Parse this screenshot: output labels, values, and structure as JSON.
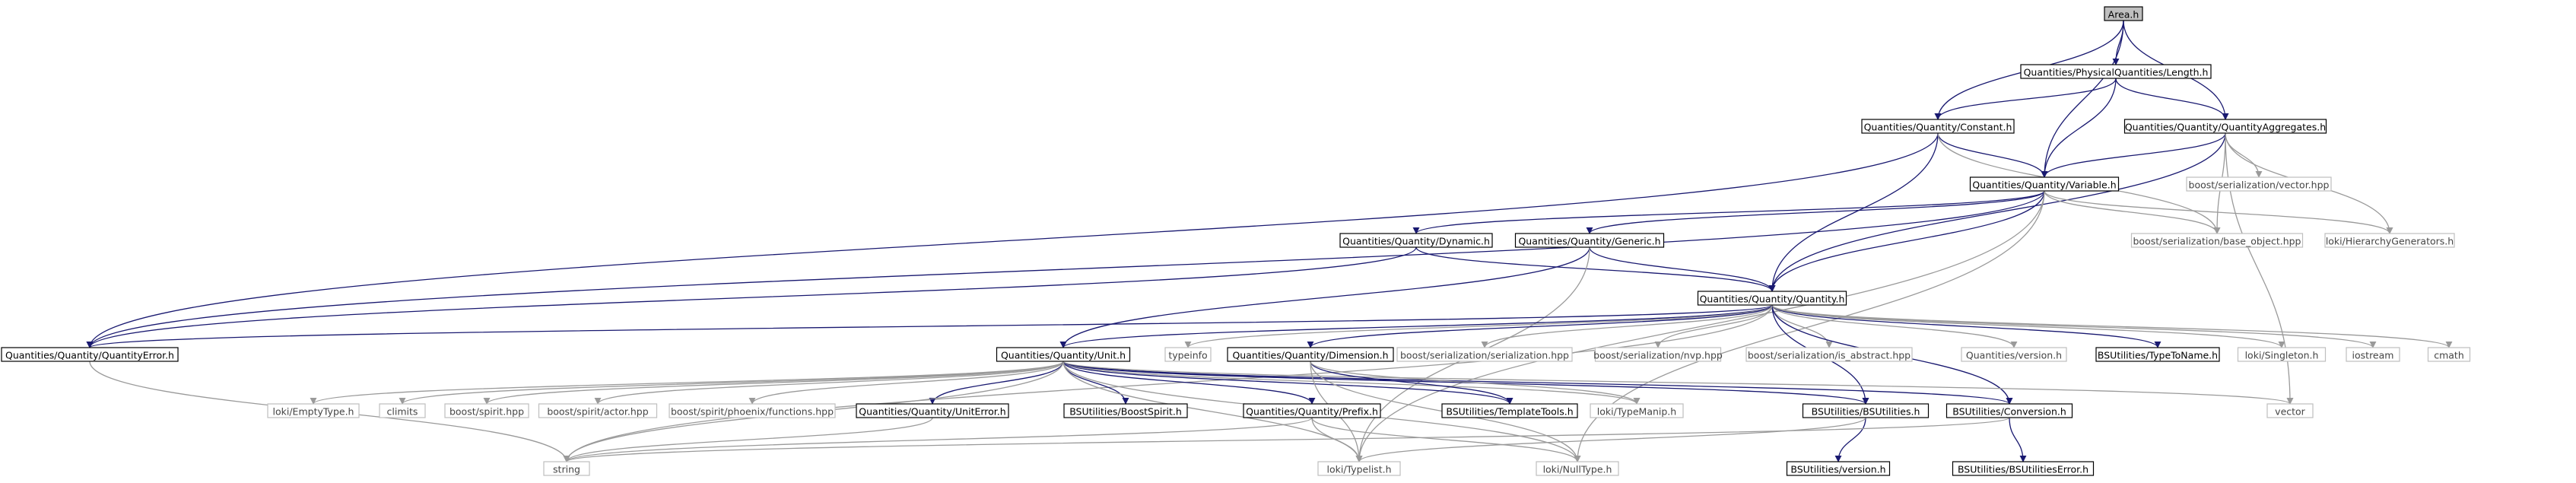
{
  "graph": {
    "nodes": [
      {
        "id": "area",
        "label": "Area.h",
        "kind": "root"
      },
      {
        "id": "length",
        "label": "Quantities/PhysicalQuantities/Length.h",
        "kind": "internal"
      },
      {
        "id": "constant",
        "label": "Quantities/Quantity/Constant.h",
        "kind": "internal"
      },
      {
        "id": "aggregates",
        "label": "Quantities/Quantity/QuantityAggregates.h",
        "kind": "internal"
      },
      {
        "id": "variable",
        "label": "Quantities/Quantity/Variable.h",
        "kind": "internal"
      },
      {
        "id": "boost_vector",
        "label": "boost/serialization/vector.hpp",
        "kind": "external"
      },
      {
        "id": "base_object",
        "label": "boost/serialization/base_object.hpp",
        "kind": "external"
      },
      {
        "id": "hierarchy",
        "label": "loki/HierarchyGenerators.h",
        "kind": "external"
      },
      {
        "id": "dynamic",
        "label": "Quantities/Quantity/Dynamic.h",
        "kind": "internal"
      },
      {
        "id": "generic",
        "label": "Quantities/Quantity/Generic.h",
        "kind": "internal"
      },
      {
        "id": "quantity",
        "label": "Quantities/Quantity/Quantity.h",
        "kind": "internal"
      },
      {
        "id": "qerror",
        "label": "Quantities/Quantity/QuantityError.h",
        "kind": "internal"
      },
      {
        "id": "unit",
        "label": "Quantities/Quantity/Unit.h",
        "kind": "internal"
      },
      {
        "id": "typeinfo",
        "label": "typeinfo",
        "kind": "external"
      },
      {
        "id": "dimension",
        "label": "Quantities/Quantity/Dimension.h",
        "kind": "internal"
      },
      {
        "id": "bs_serialization",
        "label": "boost/serialization/serialization.hpp",
        "kind": "external"
      },
      {
        "id": "nvp",
        "label": "boost/serialization/nvp.hpp",
        "kind": "external"
      },
      {
        "id": "is_abstract",
        "label": "boost/serialization/is_abstract.hpp",
        "kind": "external"
      },
      {
        "id": "qversion",
        "label": "Quantities/version.h",
        "kind": "external"
      },
      {
        "id": "typetoname",
        "label": "BSUtilities/TypeToName.h",
        "kind": "internal"
      },
      {
        "id": "singleton",
        "label": "loki/Singleton.h",
        "kind": "external"
      },
      {
        "id": "iostream",
        "label": "iostream",
        "kind": "external"
      },
      {
        "id": "cmath",
        "label": "cmath",
        "kind": "external"
      },
      {
        "id": "emptytype",
        "label": "loki/EmptyType.h",
        "kind": "external"
      },
      {
        "id": "climits",
        "label": "climits",
        "kind": "external"
      },
      {
        "id": "spirit",
        "label": "boost/spirit.hpp",
        "kind": "external"
      },
      {
        "id": "actor",
        "label": "boost/spirit/actor.hpp",
        "kind": "external"
      },
      {
        "id": "phoenix",
        "label": "boost/spirit/phoenix/functions.hpp",
        "kind": "external"
      },
      {
        "id": "uniterror",
        "label": "Quantities/Quantity/UnitError.h",
        "kind": "internal"
      },
      {
        "id": "boostspirit_h",
        "label": "BSUtilities/BoostSpirit.h",
        "kind": "internal"
      },
      {
        "id": "prefix",
        "label": "Quantities/Quantity/Prefix.h",
        "kind": "internal"
      },
      {
        "id": "templatetools",
        "label": "BSUtilities/TemplateTools.h",
        "kind": "internal"
      },
      {
        "id": "typemanip",
        "label": "loki/TypeManip.h",
        "kind": "external"
      },
      {
        "id": "bsutilities",
        "label": "BSUtilities/BSUtilities.h",
        "kind": "internal"
      },
      {
        "id": "conversion",
        "label": "BSUtilities/Conversion.h",
        "kind": "internal"
      },
      {
        "id": "vector",
        "label": "vector",
        "kind": "external"
      },
      {
        "id": "string",
        "label": "string",
        "kind": "external"
      },
      {
        "id": "typelist",
        "label": "loki/Typelist.h",
        "kind": "external"
      },
      {
        "id": "nulltype",
        "label": "loki/NullType.h",
        "kind": "external"
      },
      {
        "id": "bsversion",
        "label": "BSUtilities/version.h",
        "kind": "internal"
      },
      {
        "id": "bserror",
        "label": "BSUtilities/BSUtilitiesError.h",
        "kind": "internal"
      }
    ],
    "edges": [
      [
        "area",
        "length"
      ],
      [
        "area",
        "constant"
      ],
      [
        "area",
        "aggregates"
      ],
      [
        "area",
        "variable"
      ],
      [
        "length",
        "constant"
      ],
      [
        "length",
        "aggregates"
      ],
      [
        "length",
        "variable"
      ],
      [
        "constant",
        "variable"
      ],
      [
        "constant",
        "quantity"
      ],
      [
        "constant",
        "qerror"
      ],
      [
        "constant",
        "base_object"
      ],
      [
        "aggregates",
        "variable"
      ],
      [
        "aggregates",
        "boost_vector"
      ],
      [
        "aggregates",
        "base_object"
      ],
      [
        "aggregates",
        "hierarchy"
      ],
      [
        "aggregates",
        "quantity"
      ],
      [
        "aggregates",
        "vector"
      ],
      [
        "variable",
        "dynamic"
      ],
      [
        "variable",
        "generic"
      ],
      [
        "variable",
        "quantity"
      ],
      [
        "variable",
        "base_object"
      ],
      [
        "variable",
        "hierarchy"
      ],
      [
        "variable",
        "qerror"
      ],
      [
        "variable",
        "typelist"
      ],
      [
        "variable",
        "nulltype"
      ],
      [
        "dynamic",
        "quantity"
      ],
      [
        "dynamic",
        "qerror"
      ],
      [
        "generic",
        "quantity"
      ],
      [
        "generic",
        "unit"
      ],
      [
        "generic",
        "typelist"
      ],
      [
        "quantity",
        "unit"
      ],
      [
        "quantity",
        "qerror"
      ],
      [
        "quantity",
        "typeinfo"
      ],
      [
        "quantity",
        "dimension"
      ],
      [
        "quantity",
        "bs_serialization"
      ],
      [
        "quantity",
        "nvp"
      ],
      [
        "quantity",
        "is_abstract"
      ],
      [
        "quantity",
        "qversion"
      ],
      [
        "quantity",
        "typetoname"
      ],
      [
        "quantity",
        "singleton"
      ],
      [
        "quantity",
        "iostream"
      ],
      [
        "quantity",
        "cmath"
      ],
      [
        "quantity",
        "bsutilities"
      ],
      [
        "quantity",
        "conversion"
      ],
      [
        "quantity",
        "string"
      ],
      [
        "qerror",
        "string"
      ],
      [
        "unit",
        "emptytype"
      ],
      [
        "unit",
        "climits"
      ],
      [
        "unit",
        "spirit"
      ],
      [
        "unit",
        "actor"
      ],
      [
        "unit",
        "phoenix"
      ],
      [
        "unit",
        "uniterror"
      ],
      [
        "unit",
        "boostspirit_h"
      ],
      [
        "unit",
        "prefix"
      ],
      [
        "unit",
        "templatetools"
      ],
      [
        "unit",
        "typemanip"
      ],
      [
        "unit",
        "bsutilities"
      ],
      [
        "unit",
        "conversion"
      ],
      [
        "unit",
        "vector"
      ],
      [
        "unit",
        "string"
      ],
      [
        "unit",
        "typelist"
      ],
      [
        "unit",
        "nulltype"
      ],
      [
        "dimension",
        "templatetools"
      ],
      [
        "dimension",
        "typemanip"
      ],
      [
        "dimension",
        "typelist"
      ],
      [
        "dimension",
        "nulltype"
      ],
      [
        "prefix",
        "string"
      ],
      [
        "prefix",
        "typelist"
      ],
      [
        "prefix",
        "nulltype"
      ],
      [
        "uniterror",
        "string"
      ],
      [
        "bsutilities",
        "bsversion"
      ],
      [
        "bsutilities",
        "typelist"
      ],
      [
        "conversion",
        "bserror"
      ],
      [
        "conversion",
        "string"
      ]
    ]
  }
}
